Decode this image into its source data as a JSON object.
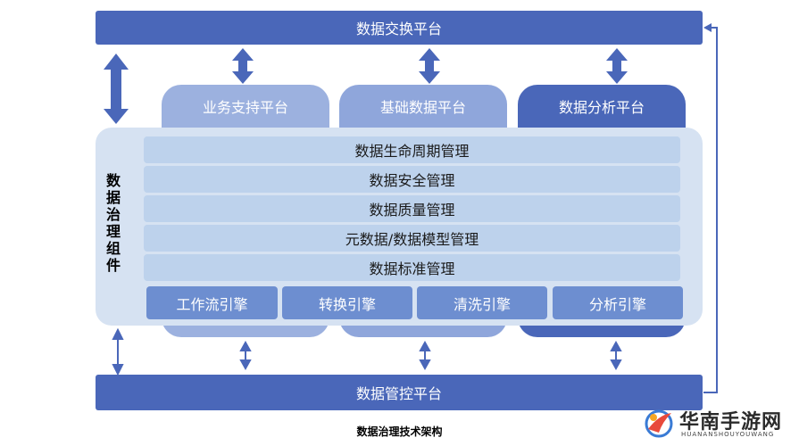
{
  "top_bar": {
    "label": "数据交换平台"
  },
  "bottom_bar": {
    "label": "数据管控平台"
  },
  "platforms": [
    {
      "label": "业务支持平台"
    },
    {
      "label": "基础数据平台"
    },
    {
      "label": "数据分析平台"
    }
  ],
  "governance": {
    "label": "数据治理组件",
    "layers": [
      {
        "label": "数据生命周期管理"
      },
      {
        "label": "数据安全管理"
      },
      {
        "label": "数据质量管理"
      },
      {
        "label": "元数据/数据模型管理"
      },
      {
        "label": "数据标准管理"
      }
    ],
    "engines": [
      {
        "label": "工作流引擎"
      },
      {
        "label": "转换引擎"
      },
      {
        "label": "清洗引擎"
      },
      {
        "label": "分析引擎"
      }
    ]
  },
  "caption": "数据治理技术架构",
  "watermark": {
    "title": "华南手游网",
    "subtitle": "HUANANSHOUYOUWANG"
  },
  "colors": {
    "dark_blue": "#4A67B9",
    "light_platform": "#9CB1DF",
    "panel": "#D6E2F2",
    "layer": "#BDD2EC",
    "engine": "#6D8ED0"
  }
}
